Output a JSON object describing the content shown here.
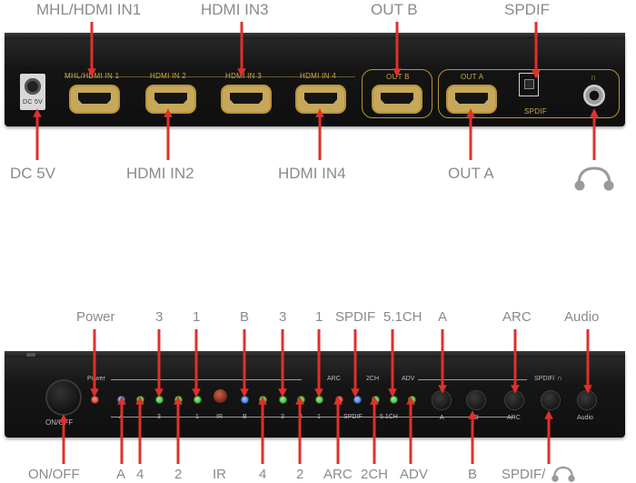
{
  "rear": {
    "callouts": {
      "mhl_hdmi_in1": "MHL/HDMI IN1",
      "hdmi_in3": "HDMI IN3",
      "out_b": "OUT B",
      "spdif": "SPDIF",
      "dc_5v": "DC 5V",
      "hdmi_in2": "HDMI IN2",
      "hdmi_in4": "HDMI IN4",
      "out_a": "OUT A"
    },
    "port_labels": {
      "in1": "MHL/HDMI IN 1",
      "in2": "HDMI IN 2",
      "in3": "HDMI IN 3",
      "in4": "HDMI IN 4",
      "out_b": "OUT B",
      "out_a": "OUT A",
      "spdif": "SPDIF",
      "dc": "DC 5V"
    }
  },
  "front": {
    "top_callouts": {
      "power": "Power",
      "a3": "3",
      "a1": "1",
      "b": "B",
      "b3": "3",
      "b1": "1",
      "spdif": "SPDIF",
      "ch51": "5.1CH",
      "a": "A",
      "arc": "ARC",
      "audio": "Audio"
    },
    "bottom_callouts": {
      "onoff": "ON/OFF",
      "a": "A",
      "a4": "4",
      "a2": "2",
      "ir": "IR",
      "b4": "4",
      "b2": "2",
      "arc": "ARC",
      "ch2": "2CH",
      "adv": "ADV",
      "btn_b": "B",
      "spdif_hp": "SPDIF/"
    },
    "silk_top": {
      "power": "Power",
      "arc": "ARC",
      "ch2": "2CH",
      "adv": "ADV",
      "spdif_hp": "SPDIF/"
    },
    "silk_bottom": {
      "onoff": "ON/OFF",
      "a": "A",
      "n4": "4",
      "n3": "3",
      "n2": "2",
      "n1": "1",
      "ir": "IR",
      "b": "B",
      "m4": "4",
      "m3": "3",
      "m2": "2",
      "m1": "1",
      "spdif": "SPDIF",
      "ch51": "5.1CH",
      "btn_a": "A",
      "btn_b": "B",
      "btn_arc": "ARC",
      "audio": "Audio"
    }
  },
  "colors": {
    "arrow": "#e0302a",
    "callout_text": "#8a8a8a",
    "gold": "#c9a94a",
    "led_red": "#d02a20",
    "led_blue": "#2a6ee0",
    "led_green": "#2fb52f"
  },
  "icons": {
    "headphones": "headphones-icon"
  }
}
